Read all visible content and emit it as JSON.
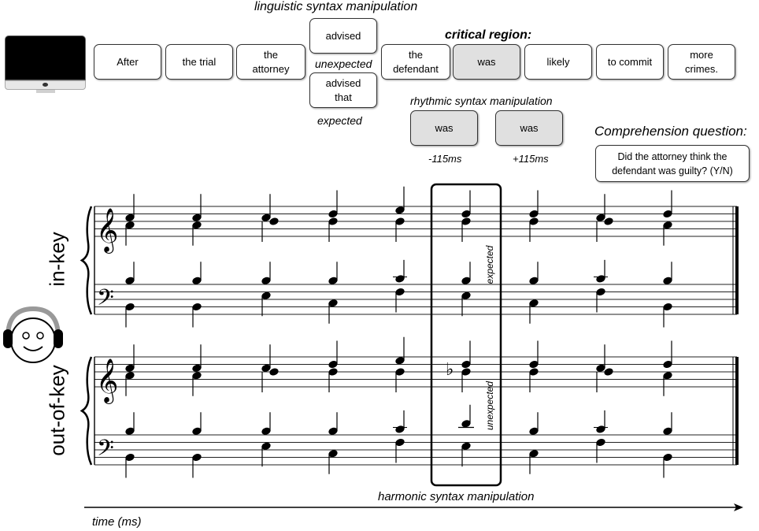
{
  "linguistic": {
    "heading": "linguistic syntax manipulation",
    "critical_heading": "critical region:",
    "unexpected_label": "unexpected",
    "expected_label": "expected",
    "words": [
      "After",
      "the trial",
      "the attorney",
      "the defendant",
      "was",
      "likely",
      "to commit",
      "more crimes."
    ],
    "variant_unexpected": "advised",
    "variant_expected": "advised that"
  },
  "rhythmic": {
    "heading": "rhythmic syntax manipulation",
    "early_word": "was",
    "early_label": "-115ms",
    "late_word": "was",
    "late_label": "+115ms"
  },
  "comprehension": {
    "heading": "Comprehension question:",
    "question": "Did the attorney think the defendant was guilty? (Y/N)"
  },
  "music": {
    "in_key_label": "in-key",
    "out_key_label": "out-of-key",
    "expected_note": "expected",
    "unexpected_note": "unexpected",
    "harmonic_label": "harmonic syntax manipulation"
  },
  "axis": {
    "label": "time (ms)"
  },
  "icons": [
    "monitor-icon",
    "headphones-face-icon",
    "treble-clef-icon",
    "bass-clef-icon",
    "flat-icon"
  ]
}
